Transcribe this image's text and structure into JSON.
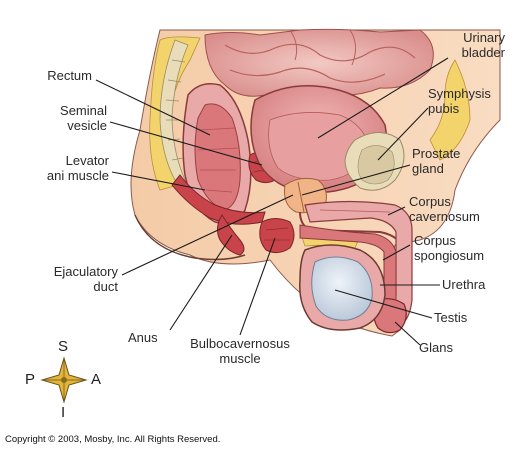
{
  "labels": {
    "rectum": "Rectum",
    "seminal_vesicle": [
      "Seminal",
      "vesicle"
    ],
    "levator_ani": [
      "Levator",
      "ani muscle"
    ],
    "ejaculatory_duct": [
      "Ejaculatory",
      "duct"
    ],
    "anus": "Anus",
    "bulbocavernosus": [
      "Bulbocavernosus",
      "muscle"
    ],
    "urinary_bladder": [
      "Urinary",
      "bladder"
    ],
    "symphysis_pubis": [
      "Symphysis",
      "pubis"
    ],
    "prostate_gland": [
      "Prostate",
      "gland"
    ],
    "corpus_cavernosum": [
      "Corpus",
      "cavernosum"
    ],
    "corpus_spongiosum": [
      "Corpus",
      "spongiosum"
    ],
    "urethra": "Urethra",
    "testis": "Testis",
    "glans": "Glans"
  },
  "compass": {
    "superior": "S",
    "inferior": "I",
    "posterior": "P",
    "anterior": "A"
  },
  "copyright": "Copyright © 2003, Mosby, Inc. All Rights Reserved.",
  "colors": {
    "tissue_pink": "#e9a9a8",
    "muscle_red": "#c9444a",
    "bone_beige": "#e9dcb8",
    "fat_yellow": "#f3d36b",
    "testis_blue": "#cfdbea",
    "compass_gold": "#e2b53a"
  }
}
